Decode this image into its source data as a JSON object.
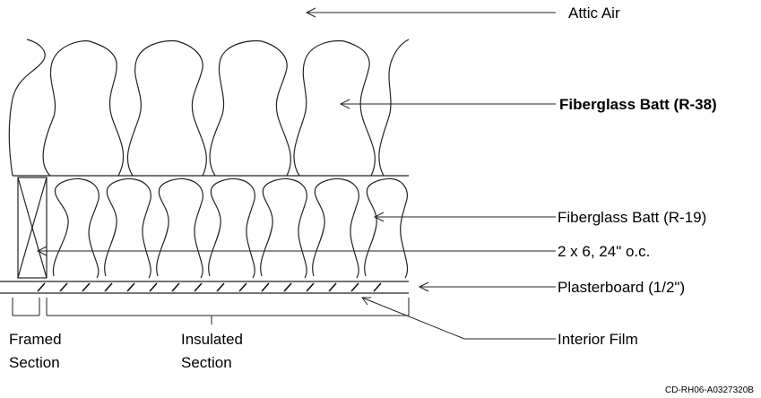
{
  "labels": {
    "attic_air": "Attic Air",
    "r38": "Fiberglass Batt (R-38)",
    "r19": "Fiberglass Batt (R-19)",
    "framing": "2 x 6, 24\" o.c.",
    "plasterboard": "Plasterboard (1/2\")",
    "interior_film": "Interior Film",
    "framed_line1": "Framed",
    "framed_line2": "Section",
    "insulated_line1": "Insulated",
    "insulated_line2": "Section",
    "figure_id": "CD-RH06-A0327320B"
  },
  "colors": {
    "line": "#222222",
    "hatch": "#111111"
  }
}
